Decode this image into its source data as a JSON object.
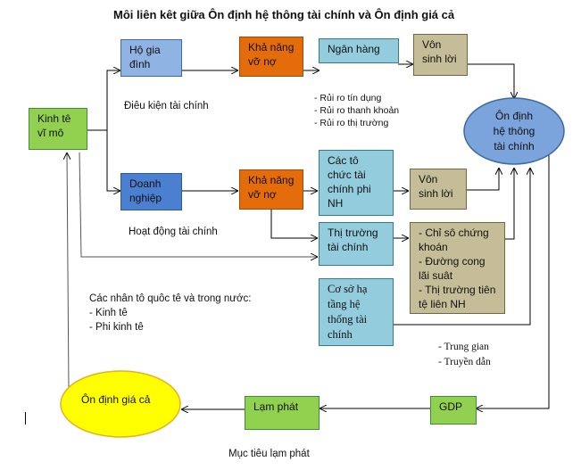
{
  "title": "Môi liên kêt giữa Ôn định hệ thông tài chính và Ôn định giá cả",
  "nodes": {
    "kinh_te_vi_mo": "Kinh tê\nvĩ mô",
    "ho_gia_dinh": "Hộ gia\nđình",
    "kha_nang_vo_no_1": "Khả năng\nvỡ nợ",
    "ngan_hang": "Ngân hàng",
    "von_sinh_loi_1": "Vôn\nsinh lời",
    "on_dinh_he_thong": "Ôn định\nhệ thông\ntài chính",
    "doanh_nghiep": "Doanh\nnghiệp",
    "kha_nang_vo_no_2": "Khả năng\nvỡ nợ",
    "cac_to_chuc": "Các tô\nchức tài\nchính  phi\nNH",
    "von_sinh_loi_2": "Vôn\nsinh lời",
    "thi_truong_tai_chinh": "Thị trường\ntài chính",
    "chi_so": "- Chỉ sô chứng\nkhoán\n- Đường cong\nlãi suât\n- Thị trường tiên\ntệ liên NH",
    "co_so_ha_tang": "Cơ sở hạ\ntầng hệ\nthống tài\nchính",
    "gdp": "GDP",
    "lam_phat": "Lạm phát",
    "on_dinh_gia_ca": "Ôn định giá cả"
  },
  "labels": {
    "dieu_kien": "Điêu kiện tài chính",
    "rui_ro": "- Rủi ro tín dụng\n- Rủi ro thanh khoản\n- Rủi ro thị trường",
    "hoat_dong": "Hoạt động tài chính",
    "nhan_to": "Các nhân tô quôc tê và trong nước:\n- Kinh tê\n- Phi kinh tê",
    "trung_gian": "- Trung gian\n- Truyền dẫn",
    "muc_tieu": "Mục tiêu lạm phát"
  },
  "colors": {
    "household": "#8fb4e3",
    "enterprise": "#4a80cf",
    "default_risk": "#e46c0a",
    "institution": "#93cddd",
    "capital": "#c4bd97",
    "macro": "#92d050",
    "stability_ellipse": "#7ba3dc",
    "price_ellipse": "#ffff00"
  }
}
